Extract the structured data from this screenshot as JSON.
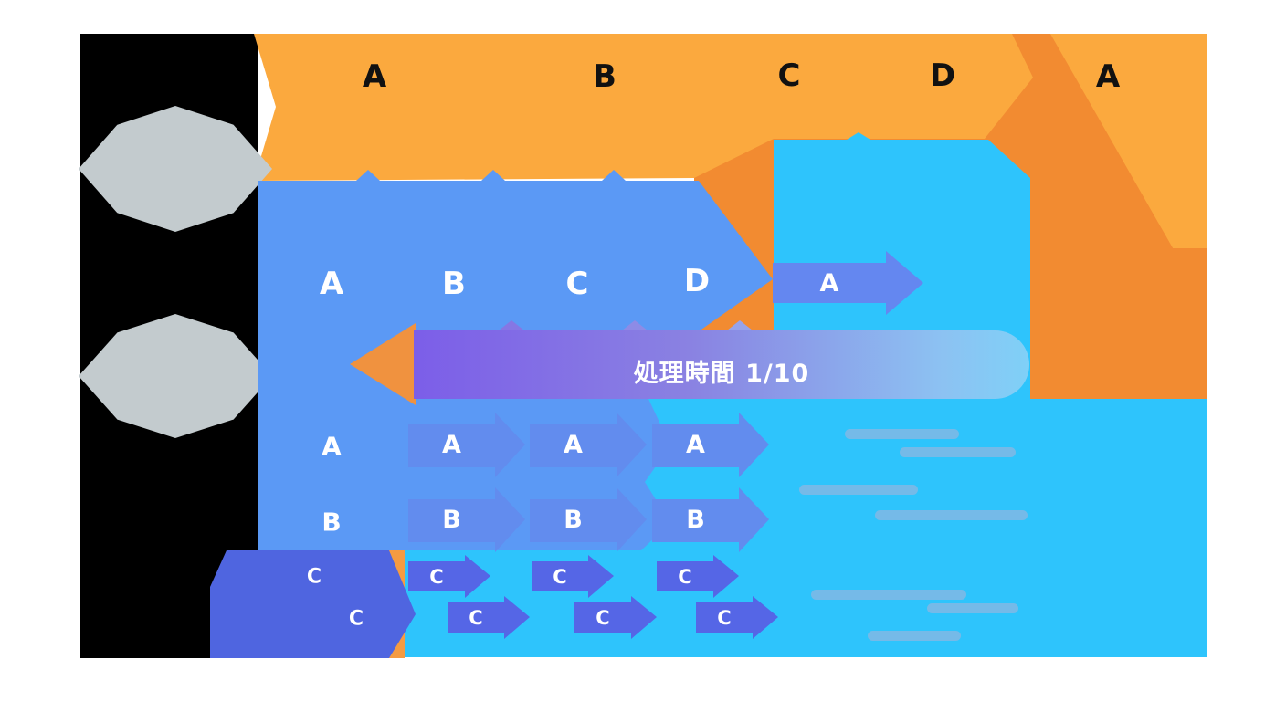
{
  "colors": {
    "orange": "#FBA93E",
    "orange_dark": "#F28B31",
    "orange_strip": "#F59B42",
    "blue_band": "#5B99F5",
    "cyan_panel": "#2EC4FC",
    "arrow_blue": "#628CEE",
    "arrow_indigo": "#5566E6",
    "indigo_block": "#4F65E0",
    "banner_purple": "#7C5EE8",
    "banner_fade": "#8CC2F2",
    "gray_diamond": "#C3CBCE",
    "backdrop_black": "#000000",
    "letter_black": "#111111",
    "letter_white": "#FFFFFF"
  },
  "top_row": {
    "labels": [
      "A",
      "B",
      "C",
      "D"
    ],
    "next_label": "A"
  },
  "middle_row": {
    "labels": [
      "A",
      "B",
      "C",
      "D"
    ],
    "next_arrow_label": "A"
  },
  "banner": {
    "text": "処理時間 1/10"
  },
  "bottom": {
    "first_column_labels": [
      "A",
      "B"
    ],
    "hex_labels": [
      "C",
      "C"
    ],
    "row_a": [
      "A",
      "A",
      "A"
    ],
    "row_b": [
      "B",
      "B",
      "B"
    ],
    "row_c1": [
      "C",
      "C",
      "C"
    ],
    "row_c2": [
      "C",
      "C",
      "C"
    ]
  }
}
